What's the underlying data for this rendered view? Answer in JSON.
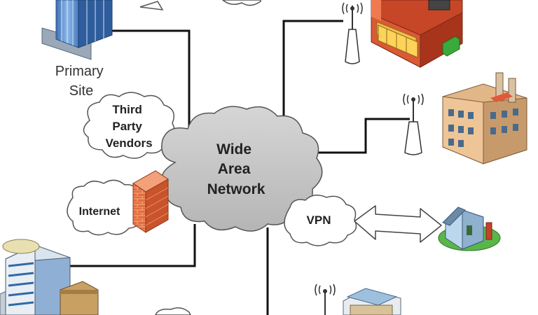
{
  "labels": {
    "primary_site_line1": "Primary",
    "primary_site_line2": "Site",
    "third_party_line1": "Third",
    "third_party_line2": "Party",
    "third_party_line3": "Vendors",
    "wan_line1": "Wide",
    "wan_line2": "Area",
    "wan_line3": "Network",
    "internet": "Internet",
    "vpn": "VPN"
  },
  "colors": {
    "cloud_gray": "#c8c8c8",
    "cloud_outline": "#555555",
    "link_line": "#111111",
    "firewall_brick": "#e0683a",
    "text_primary_site": "#333333"
  },
  "icons": [
    "primary-site-building-icon",
    "store-building-icon",
    "factory-building-icon",
    "house-icon",
    "office-tower-icon",
    "branch-office-icon",
    "firewall-icon",
    "antenna-icon"
  ]
}
